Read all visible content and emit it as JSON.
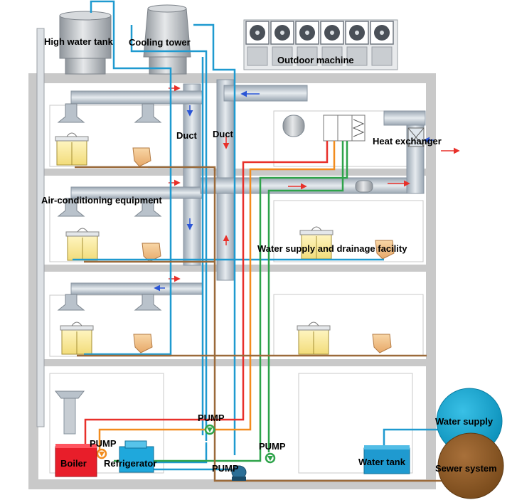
{
  "labels": {
    "high_water_tank": "High water tank",
    "cooling_tower": "Cooling tower",
    "outdoor_machine": "Outdoor machine",
    "duct_left": "Duct",
    "duct_right": "Duct",
    "heat_exchanger": "Heat exchanger",
    "air_conditioning_equipment": "Air-conditioning equipment",
    "water_supply_and_drainage_facility": "Water supply and drainage facility",
    "pump_top": "PUMP",
    "pump_left": "PUMP",
    "pump_right": "PUMP",
    "pump_bottom": "PUMP",
    "boiler": "Boiler",
    "refrigerator": "Refrigerator",
    "water_tank": "Water tank",
    "water_supply": "Water supply",
    "sewer_system": "Sewer system"
  },
  "colors": {
    "hot_water_pipe": "#e8302a",
    "orange_pipe": "#f28c1e",
    "green_pipe": "#2ea34a",
    "cold_water_pipe": "#1f9ad0",
    "drain_pipe": "#9b6a3a",
    "boiler": "#e81e2a",
    "refrigerator": "#1fa8dc",
    "water_supply_tank": "#0fa3cf",
    "sewer_tank": "#8b5a22",
    "building": "#c9c9c9",
    "duct": "#c6ced6",
    "air_flow_in": "#2a55d6",
    "air_flow_out": "#e8302a"
  }
}
